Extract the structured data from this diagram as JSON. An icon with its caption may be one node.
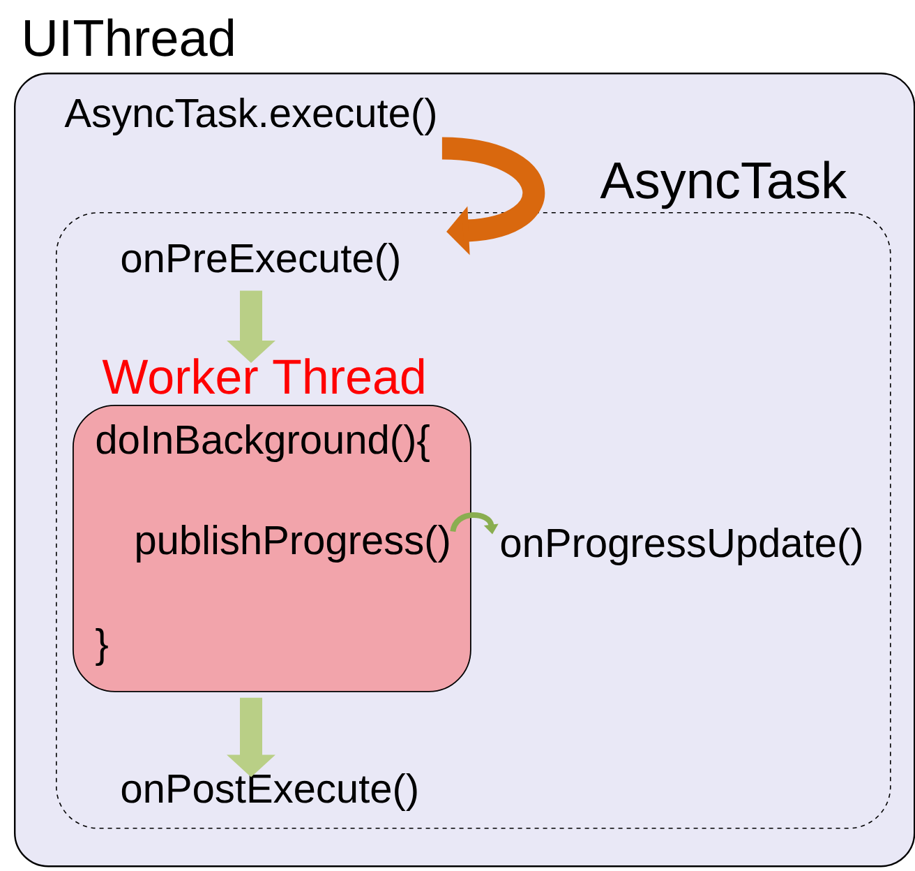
{
  "diagram": {
    "nodes": [
      {
        "text": [
          "UIThread"
        ]
      },
      {
        "text": [
          "AsyncTask.execute()"
        ],
        "in": 0
      },
      {
        "text": [
          "AsyncTask"
        ],
        "in": 0
      },
      {
        "text": [
          "onPreExecute()"
        ],
        "in": 2
      },
      {
        "text": [
          "Worker Thread",
          "doInBackground(){",
          "}"
        ],
        "in": 2
      },
      {
        "text": [
          "publishProgress()"
        ],
        "in": 4
      },
      {
        "text": [
          "onProgressUpdate()"
        ],
        "in": 2
      },
      {
        "text": [
          "onPostExecute()"
        ],
        "in": 2
      }
    ],
    "edges": [
      {
        "from": 1,
        "to": 2,
        "arrow": "to",
        "color": "#d9680e"
      },
      {
        "from": 3,
        "to": 4,
        "arrow": "to"
      },
      {
        "from": 5,
        "to": 6,
        "arrow": "to"
      },
      {
        "from": 4,
        "to": 7,
        "arrow": "to"
      }
    ]
  }
}
